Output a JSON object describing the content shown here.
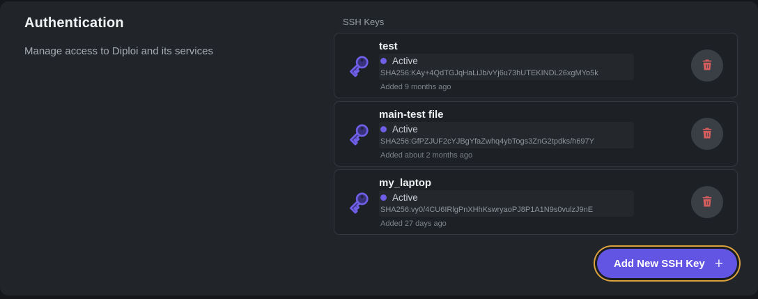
{
  "header": {
    "title": "Authentication",
    "subtitle": "Manage access to Diploi and its services"
  },
  "ssh_keys": {
    "label": "SSH Keys",
    "items": [
      {
        "name": "test",
        "status": "Active",
        "fingerprint": "SHA256:KAy+4QdTGJqHaLiJb/vYj6u73hUTEKINDL26xgMYo5k",
        "added": "Added 9 months ago"
      },
      {
        "name": "main-test file",
        "status": "Active",
        "fingerprint": "SHA256:GfPZJUF2cYJBgYfaZwhq4ybTogs3ZnG2tpdks/h697Y",
        "added": "Added about 2 months ago"
      },
      {
        "name": "my_laptop",
        "status": "Active",
        "fingerprint": "SHA256:vy0/4CU6IRlgPnXHhKswryaoPJ8P1A1N9s0vulzJ9nE",
        "added": "Added 27 days ago"
      }
    ],
    "add_button": {
      "label": "Add New SSH Key",
      "plus": "+"
    }
  },
  "icons": {
    "key": "key-icon",
    "trash": "trash-icon",
    "plus": "plus-icon"
  },
  "colors": {
    "accent_purple": "#6e5fe6",
    "button_purple": "#6355e4",
    "focus_ring_gold": "#d9a23f",
    "danger_red": "#d45e5e",
    "panel_bg": "#212429",
    "card_bg": "#1d2024"
  }
}
